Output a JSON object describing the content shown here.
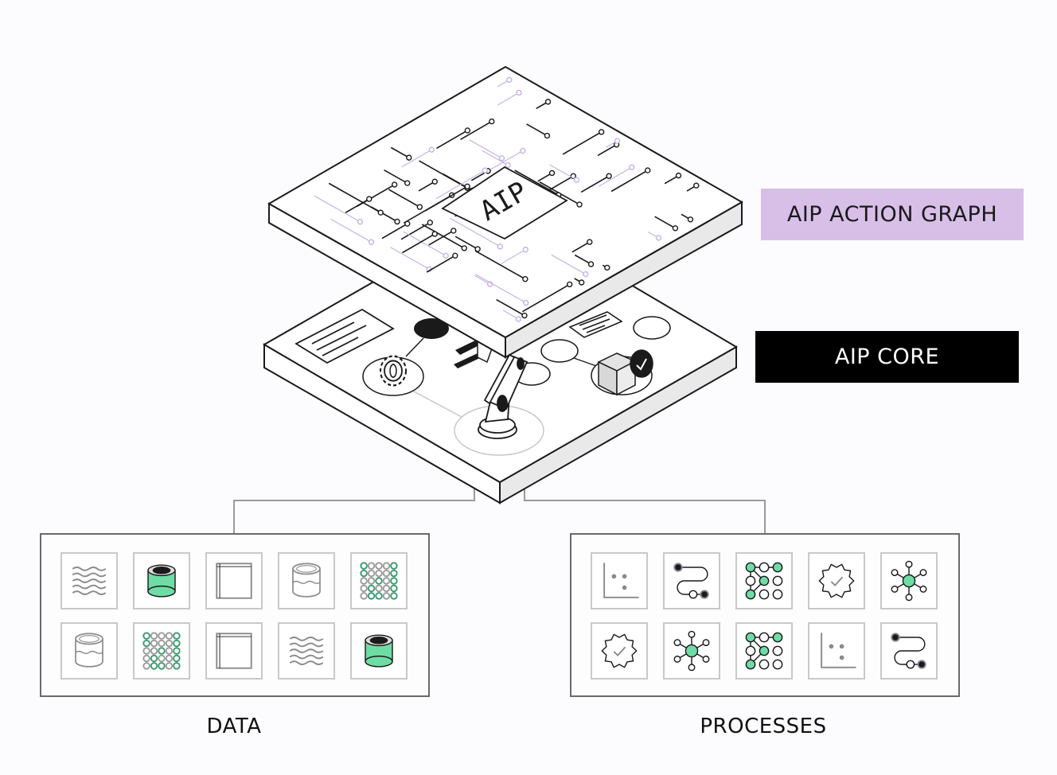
{
  "labels": {
    "action_graph": "AIP ACTION GRAPH",
    "core": "AIP CORE",
    "chip": "AIP",
    "data": "DATA",
    "processes": "PROCESSES"
  },
  "colors": {
    "background": "#fcfbfd",
    "action_graph_label_bg": "#d8bfe8",
    "core_label_bg": "#000000",
    "accent_green": "#6fdca5",
    "circuit_purple": "#c7b3e3",
    "line_dark": "#1a1a1a"
  },
  "data_panel": {
    "rows": [
      [
        "waves-icon",
        "database-full-icon",
        "table-icon",
        "database-empty-icon",
        "dot-matrix-icon"
      ],
      [
        "database-empty-icon",
        "dot-matrix-icon",
        "table-icon",
        "waves-icon",
        "database-full-icon"
      ]
    ]
  },
  "process_panel": {
    "rows": [
      [
        "scatter-plot-icon",
        "pipeline-icon",
        "node-grid-icon",
        "gear-check-icon",
        "hub-network-icon"
      ],
      [
        "gear-check-icon",
        "hub-network-icon",
        "node-grid-icon",
        "scatter-plot-icon",
        "pipeline-icon"
      ]
    ]
  },
  "core_objects": [
    "document-card",
    "gear-icon",
    "robot-arm-icon",
    "package-check-icon",
    "document-card-small",
    "node-circles"
  ]
}
